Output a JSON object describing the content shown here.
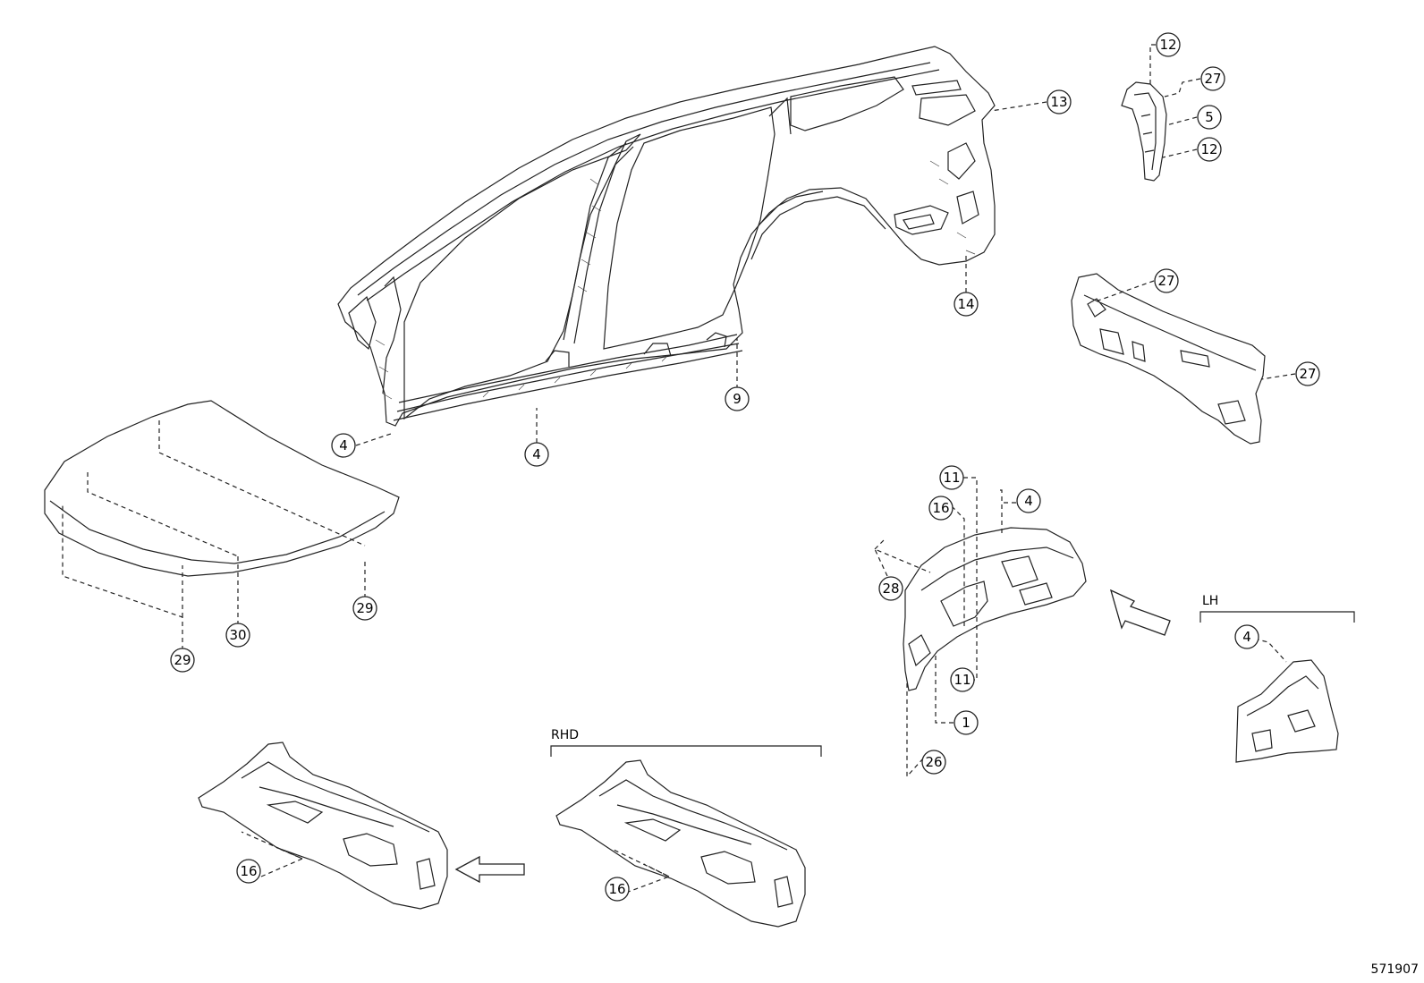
{
  "callouts": {
    "c12_top": "12",
    "c27_top": "27",
    "c5": "5",
    "c12_bottom": "12",
    "c13": "13",
    "c14": "14",
    "c27_rear_top": "27",
    "c27_rear_side": "27",
    "c9": "9",
    "c4_front": "4",
    "c4_rocker": "4",
    "c29_right": "29",
    "c30": "30",
    "c29_left": "29",
    "c11_top": "11",
    "c16_apron": "16",
    "c4_apron": "4",
    "c28": "28",
    "c11_bottom": "11",
    "c1": "1",
    "c26": "26",
    "c4_lh": "4",
    "c16_cowl_left": "16",
    "c16_cowl_rhd": "16"
  },
  "labels": {
    "lh": "LH",
    "rhd": "RHD",
    "diagram_id": "571907"
  }
}
